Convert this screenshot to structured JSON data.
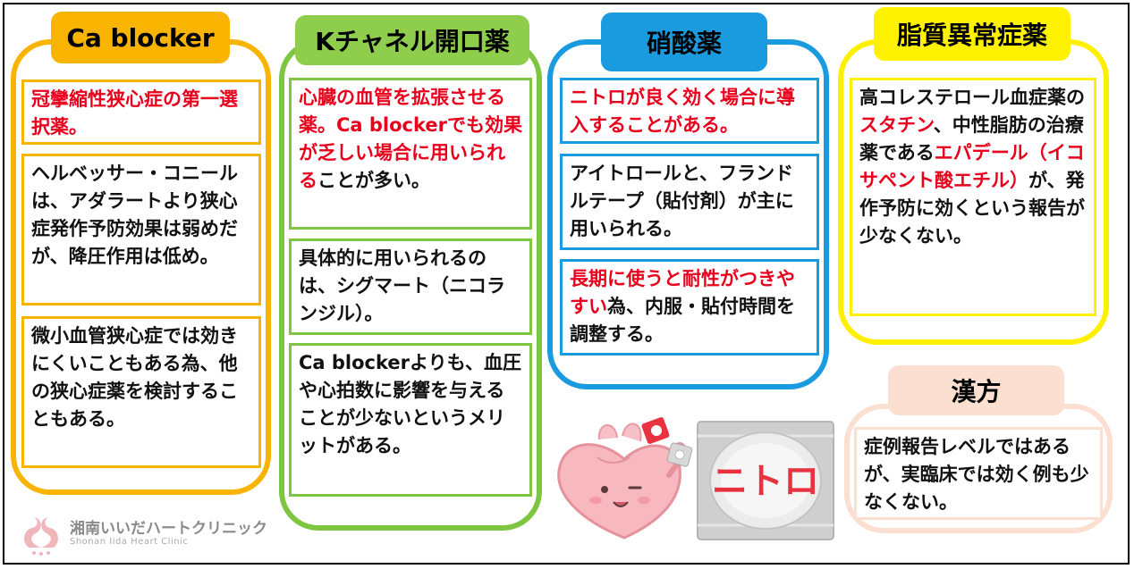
{
  "columns": {
    "ca": {
      "title": "Ca blocker",
      "box1": {
        "red": "冠攣縮性狭心症の第一選択薬。"
      },
      "box2": {
        "text": "ヘルベッサー・コニールは、アダラートより狭心症発作予防効果は弱めだが、降圧作用は低め。"
      },
      "box3": {
        "text": "微小血管狭心症では効きにくいこともある為、他の狭心症薬を検討することもある。"
      }
    },
    "k": {
      "title": "Kチャネル開口薬",
      "box1": {
        "red": "心臓の血管を拡張させる薬。Ca blockerでも効果が乏しい場合に用いられる",
        "text": "ことが多い。"
      },
      "box2": {
        "text": "具体的に用いられるのは、シグマート（ニコランジル）。"
      },
      "box3": {
        "text": "Ca blockerよりも、血圧や心拍数に影響を与えることが少ないというメリットがある。"
      }
    },
    "nitrate": {
      "title": "硝酸薬",
      "box1": {
        "red": "ニトロが良く効く場合に導入することがある。"
      },
      "box2": {
        "text": "アイトロールと、フランドルテープ（貼付剤）が主に用いられる。"
      },
      "box3": {
        "red": "長期に使うと耐性がつきやすい",
        "text": "為、内服・貼付時間を調整する。"
      }
    },
    "lipid": {
      "title": "脂質異常症薬",
      "box1": {
        "t1": "高コレステロール血症薬の",
        "r1": "スタチン",
        "t2": "、中性脂肪の治療薬である",
        "r2": "エパデール（イコサペント酸エチル）",
        "t3": "が、発作予防に効くという報告が少なくない。"
      }
    },
    "kampo": {
      "title": "漢方",
      "box1": {
        "text": "症例報告レベルではあるが、実臨床では効く例も少なくない。"
      }
    }
  },
  "illustration": {
    "pill_label": "ニトロ"
  },
  "logo": {
    "name": "湘南いいだハートクリニック",
    "sub": "Shonan Iida Heart Clinic"
  },
  "colors": {
    "red_text": "#e8001c",
    "ca": "#f8b400",
    "k": "#7ec642",
    "nitrate": "#1a9be0",
    "lipid": "#ffef00",
    "kampo": "#fbe0d2"
  }
}
